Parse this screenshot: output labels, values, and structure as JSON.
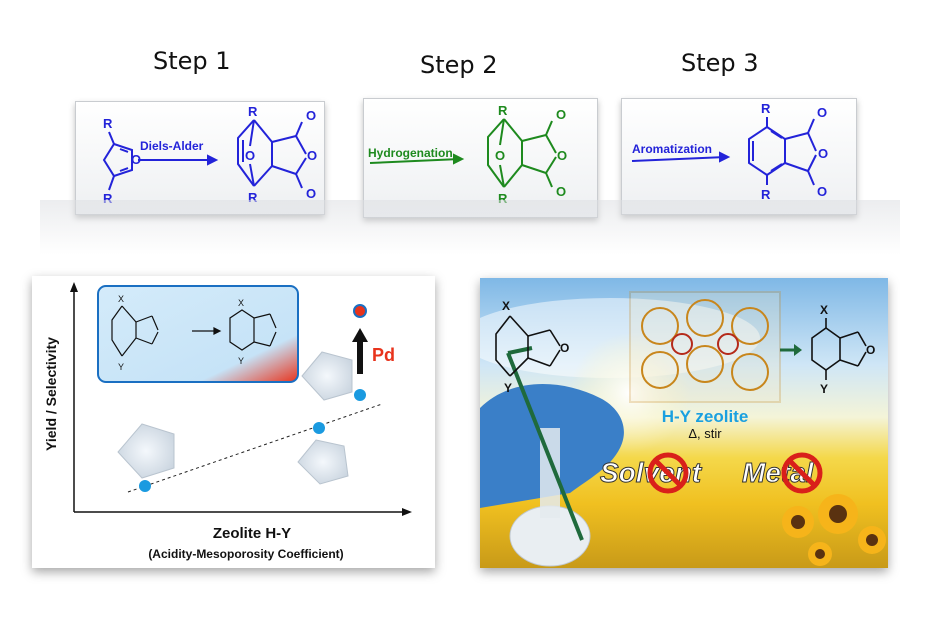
{
  "steps": [
    {
      "label": "Step 1",
      "reaction": "Diels-Alder",
      "color": "#2323d9"
    },
    {
      "label": "Step 2",
      "reaction": "Hydrogenation",
      "color": "#1e8a1e"
    },
    {
      "label": "Step 3",
      "reaction": "Aromatization",
      "color": "#2323d9"
    }
  ],
  "atoms": {
    "R": "R",
    "O": "O",
    "X": "X",
    "Y": "Y"
  },
  "chart": {
    "ylabel": "Yield / Selectivity",
    "xlabel": "Zeolite H-Y",
    "xsublabel": "(Acidity-Mesoporosity Coefficient)",
    "pd_label": "Pd",
    "pd_color": "#e8331c",
    "point_color": "#1a9ae0"
  },
  "photo": {
    "catalyst_label": "H-Y zeolite",
    "conditions": "Δ, stir",
    "no_solvent": "Solvent",
    "no_metal": "Metal"
  }
}
